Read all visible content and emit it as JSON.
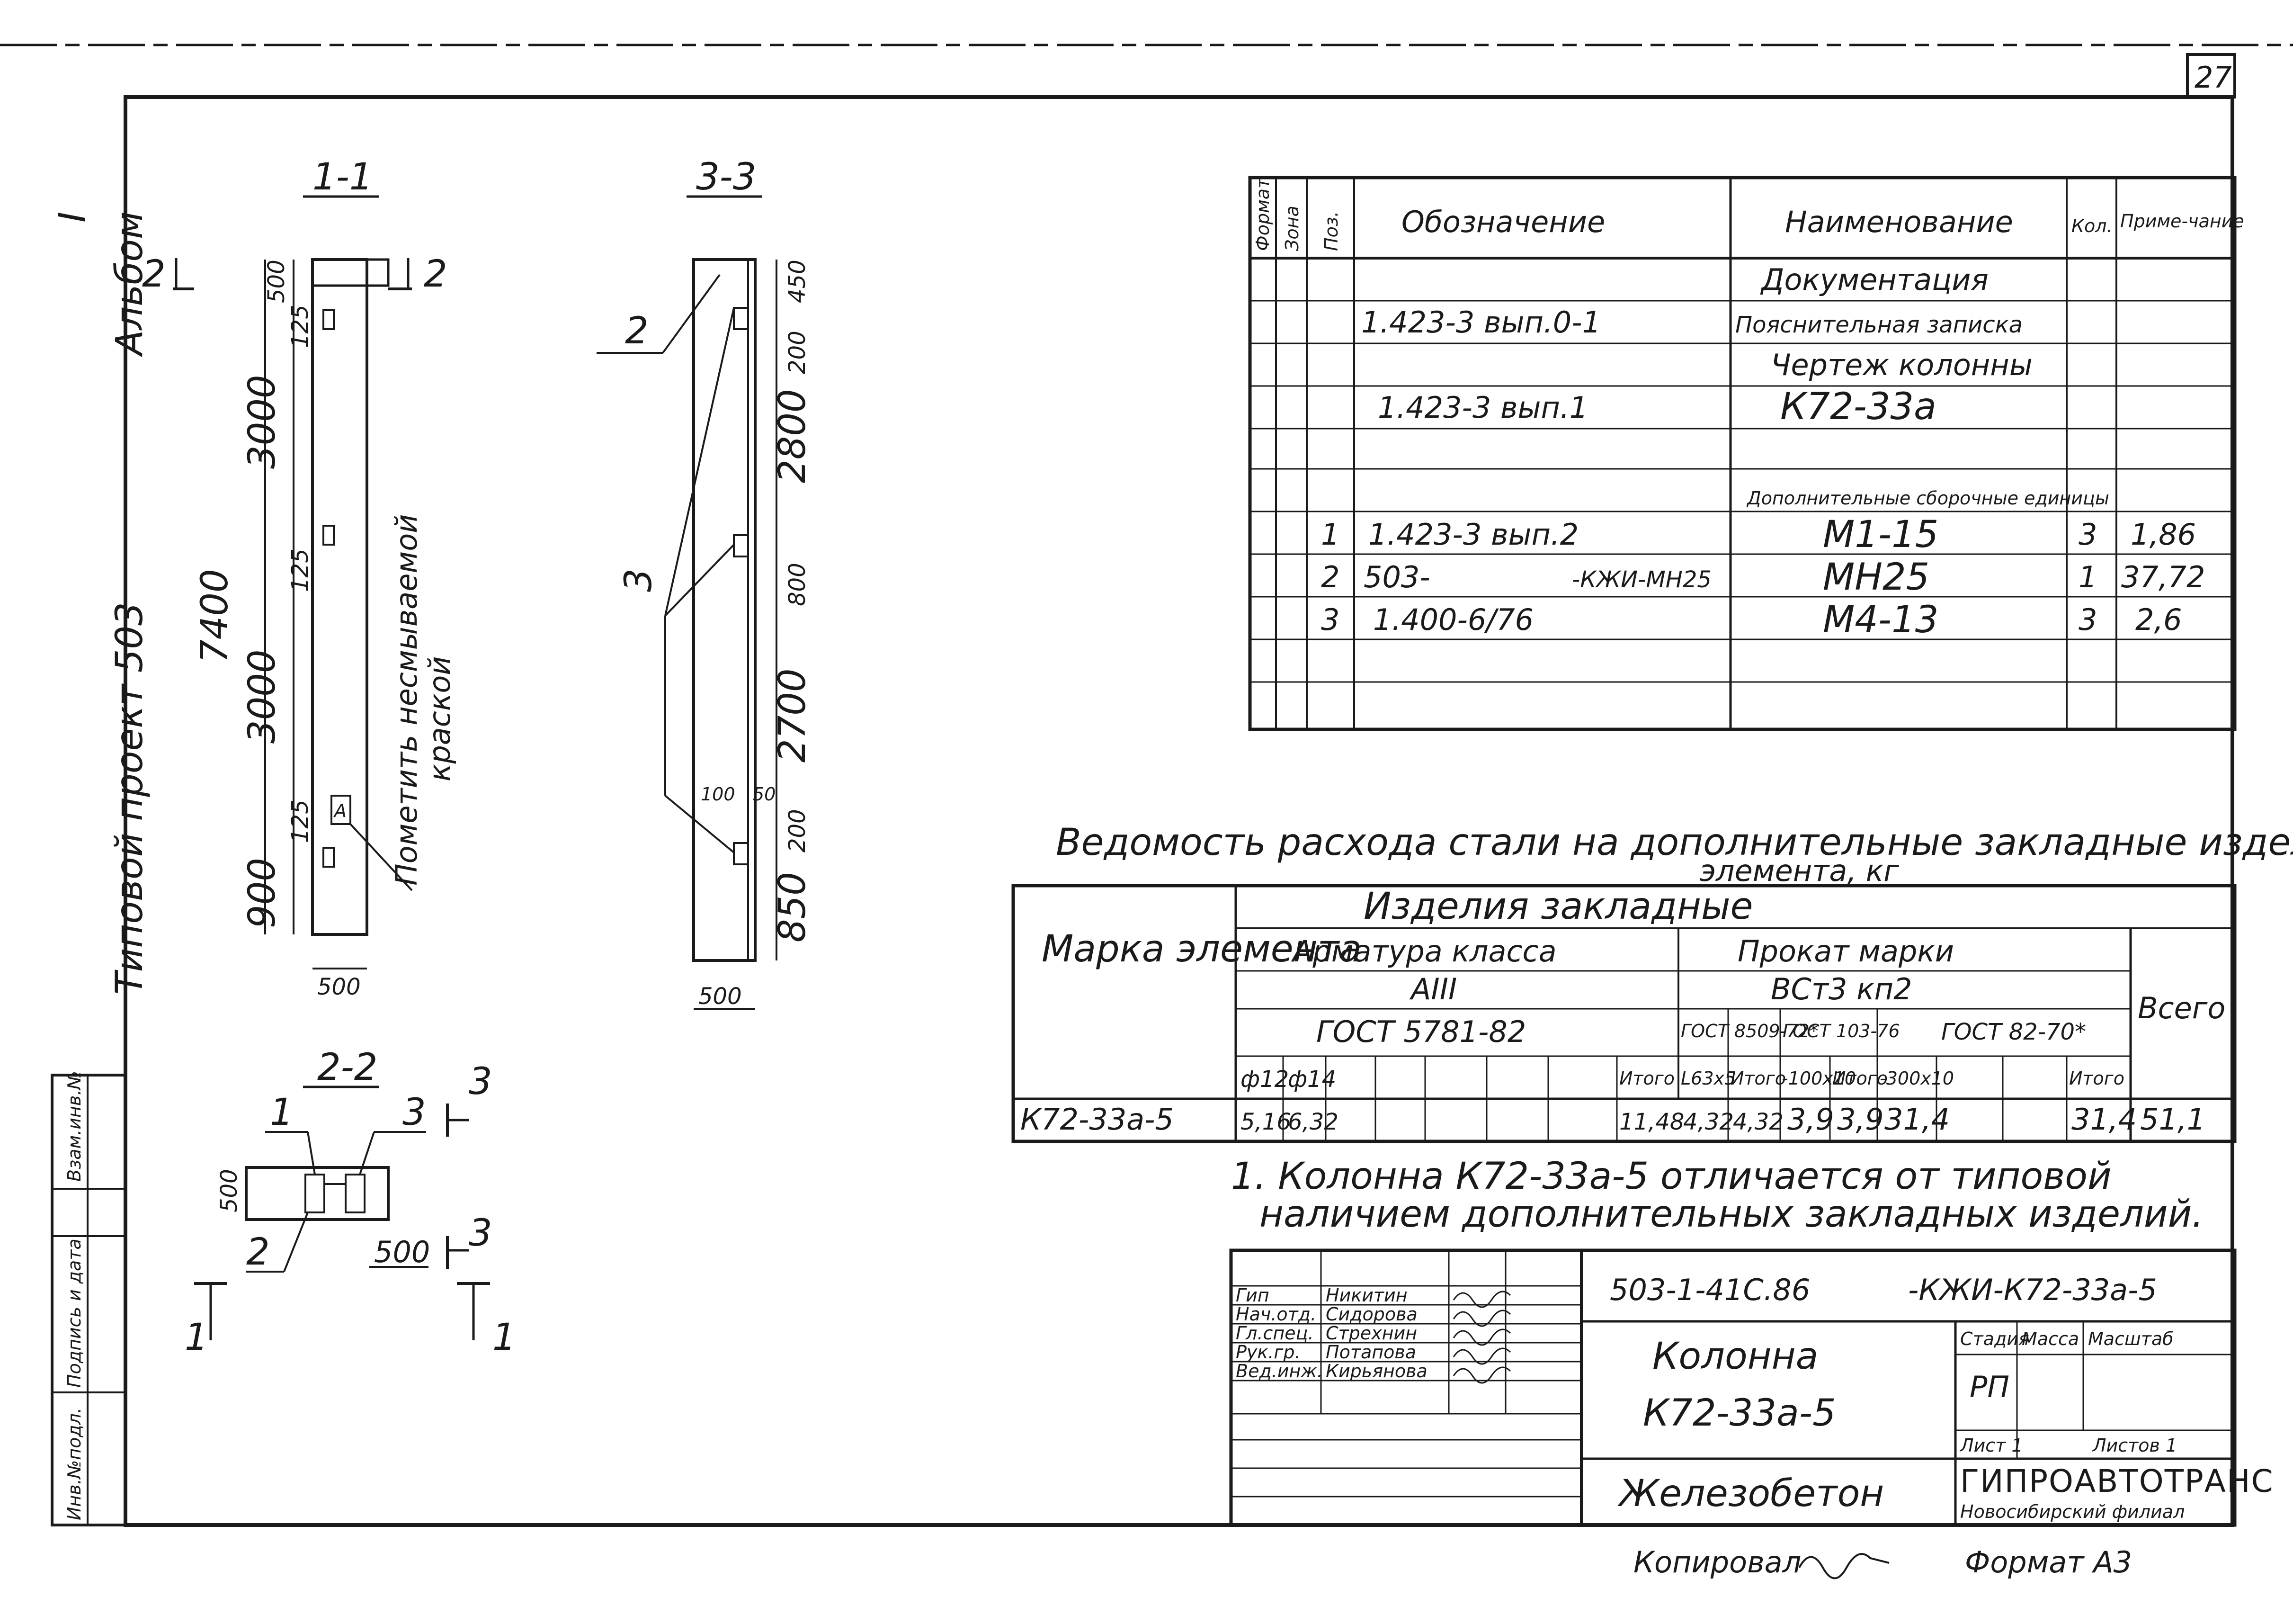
{
  "page_number": "27",
  "side_labels": {
    "project": "Типовой проект 503",
    "album": "Альбом",
    "album_no": "I",
    "inv_orig": "Инв.№подл.",
    "sign_date": "Подпись и дата",
    "inv_repl": "Взам.инв.№"
  },
  "sections": {
    "s11": {
      "title": "1-1",
      "cut_left": "2",
      "cut_right": "2",
      "dims": [
        "500",
        "125",
        "3000",
        "125",
        "3000",
        "125",
        "900",
        "7400",
        "500"
      ],
      "note": [
        "Пометить несмываемой",
        "краской"
      ],
      "note_marker": "A"
    },
    "s33": {
      "title": "3-3",
      "callouts": [
        "2",
        "3"
      ],
      "dims": [
        "450",
        "200",
        "2800",
        "800",
        "2700",
        "200",
        "850",
        "100",
        "50",
        "500"
      ]
    },
    "s22": {
      "title": "2-2",
      "callouts": [
        "1",
        "3",
        "2"
      ],
      "dims": [
        "500",
        "500"
      ],
      "cut_marks": [
        "3",
        "3",
        "1",
        "1"
      ]
    }
  },
  "spec": {
    "headers": [
      "Формат",
      "Зона",
      "Поз.",
      "Обозначение",
      "Наименование",
      "Кол.",
      "Приме-чание"
    ],
    "rows": [
      {
        "pos": "",
        "code": "",
        "name": "Документация",
        "qty": "",
        "note": ""
      },
      {
        "pos": "",
        "code": "1.423-3 вып.0-1",
        "name": "Пояснительная записка",
        "qty": "",
        "note": ""
      },
      {
        "pos": "",
        "code": "",
        "name": "Чертеж колонны",
        "qty": "",
        "note": ""
      },
      {
        "pos": "",
        "code": "1.423-3 вып.1",
        "name": "К72-33а",
        "qty": "",
        "note": ""
      },
      {
        "pos": "",
        "code": "",
        "name": "Дополнительные сборочные единицы",
        "qty": "",
        "note": ""
      },
      {
        "pos": "1",
        "code": "1.423-3 вып.2",
        "name": "М1-15",
        "qty": "3",
        "note": "1,86"
      },
      {
        "pos": "2",
        "code": "503-",
        "code2": "-КЖИ-МН25",
        "name": "МН25",
        "qty": "1",
        "note": "37,72"
      },
      {
        "pos": "3",
        "code": "1.400-6/76",
        "name": "М4-13",
        "qty": "3",
        "note": "2,6"
      }
    ]
  },
  "steel": {
    "title": "Ведомость расхода стали на дополнительные закладные изделия",
    "subtitle": "элемента, кг",
    "mark_header": "Марка элемента",
    "group": "Изделия закладные",
    "rebar_class_header": "Арматура класса",
    "rebar_class": "АIII",
    "rebar_gost": "ГОСТ 5781-82",
    "rolled_header": "Прокат марки",
    "rolled_mark": "ВСт3 кп2",
    "gost1": "ГОСТ 8509-72*",
    "gost2": "ГОСТ 103-76",
    "gost3": "ГОСТ 82-70*",
    "total_header": "Всего",
    "subheaders": [
      "ф12",
      "ф14",
      "",
      "",
      "",
      "",
      "Итого",
      "L63x5",
      "Итого",
      "-100x10",
      "Итого",
      "-300x10",
      "",
      "Итого"
    ],
    "row": {
      "mark": "К72-33а-5",
      "values": [
        "5,16",
        "6,32",
        "",
        "",
        "",
        "",
        "11,48",
        "4,32",
        "4,32",
        "3,9",
        "3,9",
        "31,4",
        "",
        "31,4"
      ],
      "total": "51,1"
    }
  },
  "note": {
    "line1": "1. Колонна К72-33а-5 отличается от типовой",
    "line2": "наличием дополнительных закладных изделий."
  },
  "stamp": {
    "people": [
      {
        "role": "Гип",
        "name": "Никитин"
      },
      {
        "role": "Нач.отд.",
        "name": "Сидорова"
      },
      {
        "role": "Гл.спец.",
        "name": "Стрехнин"
      },
      {
        "role": "Рук.гр.",
        "name": "Потапова"
      },
      {
        "role": "Вед.инж.",
        "name": "Кирьянова"
      }
    ],
    "doc_code": "503-1-41С.86",
    "doc_code2": "-КЖИ-К72-33а-5",
    "title1": "Колонна",
    "title2": "К72-33а-5",
    "material": "Железобетон",
    "stage_h": "Стадия",
    "mass_h": "Масса",
    "scale_h": "Масштаб",
    "stage": "РП",
    "sheet": "Лист 1",
    "sheets": "Листов 1",
    "org": "ГИПРОАВТОТРАНС",
    "org2": "Новосибирский филиал",
    "copied": "Копировал",
    "format": "Формат А3"
  }
}
